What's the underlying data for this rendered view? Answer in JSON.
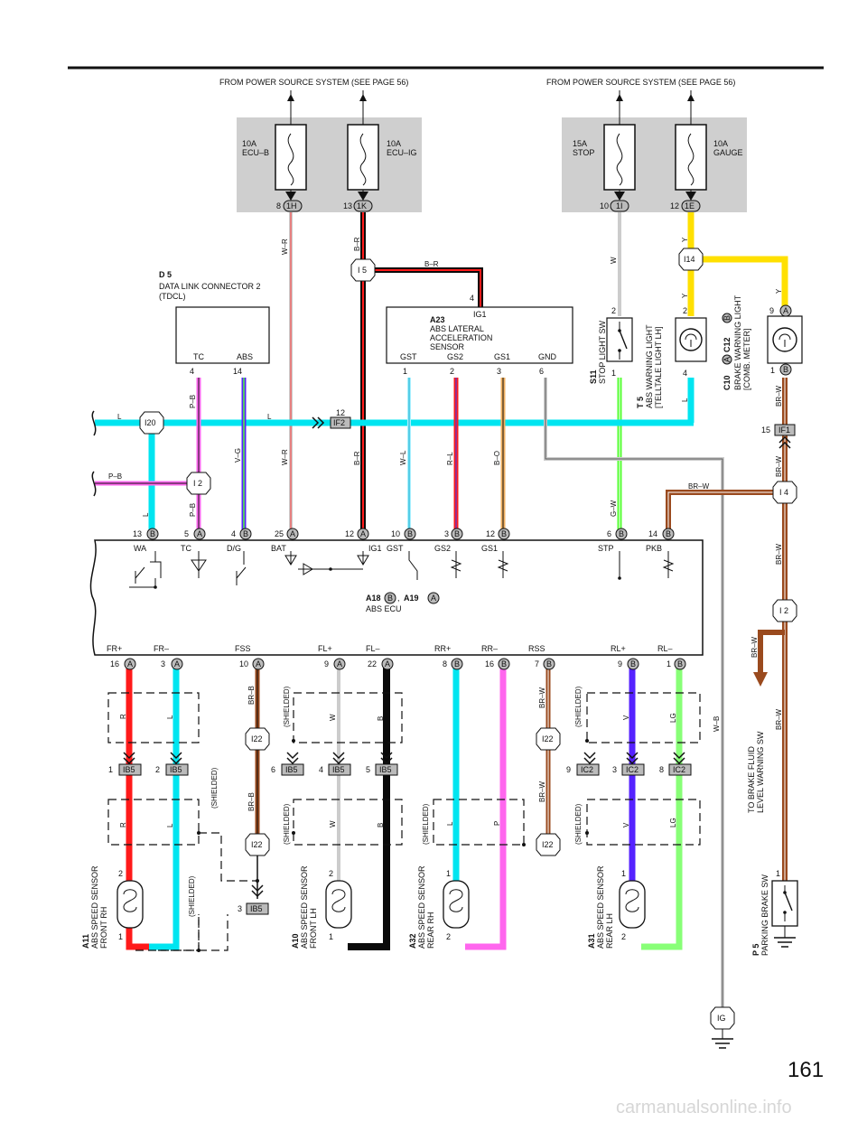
{
  "page_number": "161",
  "watermark": "carmanualsonline.info",
  "power_left": "FROM POWER SOURCE SYSTEM (SEE PAGE 56)",
  "power_right": "FROM POWER SOURCE SYSTEM (SEE PAGE 56)",
  "fuses": [
    {
      "amp": "10A",
      "name": "ECU–B",
      "pin": "8",
      "conn": "1H"
    },
    {
      "amp": "10A",
      "name": "ECU–IG",
      "pin": "13",
      "conn": "1K"
    },
    {
      "amp": "15A",
      "name": "STOP",
      "pin": "10",
      "conn": "1I"
    },
    {
      "amp": "10A",
      "name": "GAUGE",
      "pin": "12",
      "conn": "1E"
    }
  ],
  "components": {
    "d5": {
      "code": "D 5",
      "name1": "DATA LINK CONNECTOR 2",
      "name2": "(TDCL)",
      "pin_tc": "TC",
      "pin_abs": "ABS",
      "n_tc": "4",
      "n_abs": "14"
    },
    "a23": {
      "code": "A23",
      "name1": "ABS LATERAL",
      "name2": "ACCELERATION",
      "name3": "SENSOR",
      "ig1": "IG1",
      "gst": "GST",
      "gs2": "GS2",
      "gs1": "GS1",
      "gnd": "GND",
      "n_ig1": "4",
      "n1": "1",
      "n2": "2",
      "n3": "3",
      "n6": "6"
    },
    "s11": {
      "code": "S11",
      "name": "STOP LIGHT SW",
      "n_top": "2",
      "n_bot": "1"
    },
    "t5": {
      "code": "T 5",
      "name1": "ABS WARNING LIGHT",
      "name2": "[TELLTALE LIGHT LH]",
      "n_top": "2",
      "n_bot": "4"
    },
    "c10": {
      "code1": "C10",
      "code2": "C12",
      "letA": "A",
      "letB": "B",
      "name1": "BRAKE WARNING LIGHT",
      "name2": "[COMB. METER]",
      "n_top": "9",
      "n_bot": "1"
    },
    "ecu": {
      "code1": "A18",
      "code2": "A19",
      "letB": "B",
      "letA": "A",
      "sep": ",",
      "name": "ABS ECU"
    },
    "a11": {
      "code": "A11",
      "name1": "ABS SPEED SENSOR",
      "name2": "FRONT RH",
      "n_top": "2",
      "n_bot": "1"
    },
    "a10": {
      "code": "A10",
      "name1": "ABS SPEED SENSOR",
      "name2": "FRONT LH",
      "n_top": "2",
      "n_bot": "1"
    },
    "a32": {
      "code": "A32",
      "name1": "ABS SPEED SENSOR",
      "name2": "REAR RH",
      "n_top": "1",
      "n_bot": "2"
    },
    "a31": {
      "code": "A31",
      "name1": "ABS SPEED SENSOR",
      "name2": "REAR LH",
      "n_top": "1",
      "n_bot": "2"
    },
    "p5": {
      "code": "P 5",
      "name": "PARKING BRAKE SW",
      "n_top": "1"
    },
    "fluid1": "TO BRAKE FLUID",
    "fluid2": "LEVEL WARNING SW"
  },
  "ecu_top_pins": [
    {
      "label": "WA",
      "num": "13",
      "let": "B"
    },
    {
      "label": "TC",
      "num": "5",
      "let": "A"
    },
    {
      "label": "D/G",
      "num": "4",
      "let": "B"
    },
    {
      "label": "BAT",
      "num": "25",
      "let": "A"
    },
    {
      "label": "IG1",
      "num": "12",
      "let": "A"
    },
    {
      "label": "GST",
      "num": "10",
      "let": "B"
    },
    {
      "label": "GS2",
      "num": "3",
      "let": "B"
    },
    {
      "label": "GS1",
      "num": "12",
      "let": "B"
    },
    {
      "label": "STP",
      "num": "6",
      "let": "B"
    },
    {
      "label": "PKB",
      "num": "14",
      "let": "B"
    }
  ],
  "ecu_bottom_pins": [
    {
      "label": "FR+",
      "num": "16",
      "let": "A"
    },
    {
      "label": "FR–",
      "num": "3",
      "let": "A"
    },
    {
      "label": "FSS",
      "num": "10",
      "let": "A"
    },
    {
      "label": "FL+",
      "num": "9",
      "let": "A"
    },
    {
      "label": "FL–",
      "num": "22",
      "let": "A"
    },
    {
      "label": "RR+",
      "num": "8",
      "let": "B"
    },
    {
      "label": "RR–",
      "num": "16",
      "let": "B"
    },
    {
      "label": "RSS",
      "num": "7",
      "let": "B"
    },
    {
      "label": "RL+",
      "num": "9",
      "let": "B"
    },
    {
      "label": "RL–",
      "num": "1",
      "let": "B"
    }
  ],
  "junctions": {
    "i5": "I 5",
    "i14": "I14",
    "i20": "I20",
    "i2a": "I 2",
    "i4": "I 4",
    "i2b": "I 2",
    "if2_num": "12",
    "if2": "IF2",
    "if1_num": "15",
    "if1": "IF1",
    "i22": "I22",
    "ig": "IG",
    "ib5": "IB5",
    "ic2": "IC2",
    "ib5_1": "1",
    "ib5_2": "2",
    "ib5_6": "6",
    "ib5_4": "4",
    "ib5_5": "5",
    "ib5_3": "3",
    "ic2_9": "9",
    "ic2_3": "3",
    "ic2_8": "8"
  },
  "wires": {
    "wr": "W–R",
    "br": "B–R",
    "w": "W",
    "y": "Y",
    "l": "L",
    "pb": "P–B",
    "vg": "V–G",
    "wl": "W–L",
    "rl": "R–L",
    "bo": "B–O",
    "gw": "G–W",
    "brw": "BR–W",
    "wb": "W–B",
    "r": "R",
    "brb": "BR–B",
    "b": "B",
    "p": "P",
    "v": "V",
    "lg": "LG",
    "shielded": "(SHIELDED)"
  },
  "colors": {
    "cyan": "#00e5f0",
    "red": "#ff1a1a",
    "black": "#0a0a0a",
    "pink": "#ff66ee",
    "green": "#55ff33",
    "ltgreen": "#88ff77",
    "violet": "#5522ff",
    "brown": "#9a4a1e",
    "yellow": "#ffe000",
    "orange": "#f0b060",
    "grey": "#cccccc",
    "blue": "#3344ff"
  }
}
